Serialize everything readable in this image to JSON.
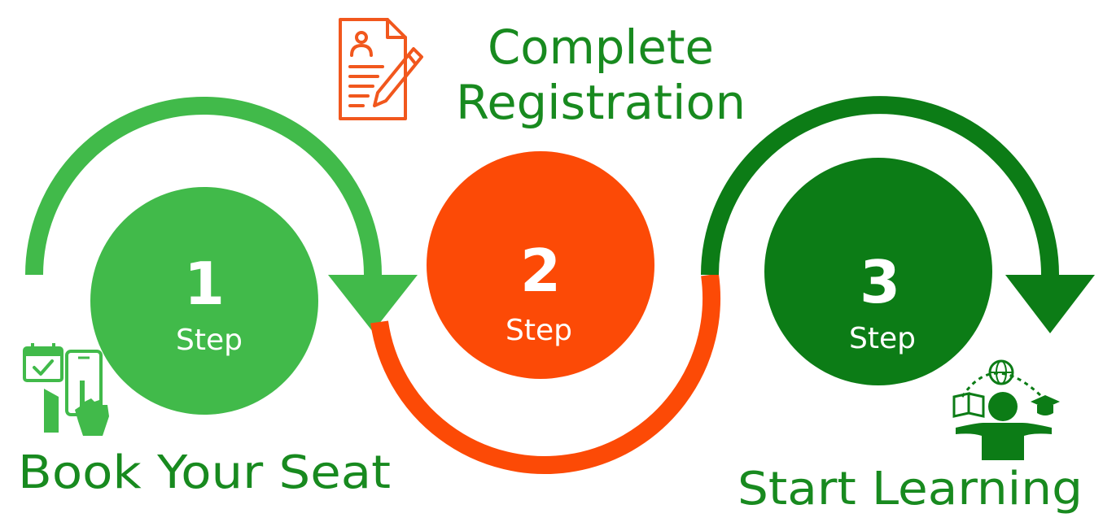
{
  "colors": {
    "light_green": "#41BA4A",
    "orange_red": "#FC4A06",
    "dark_green": "#0C7C16",
    "title_green": "#188A1F",
    "icon_orange": "#F1571D",
    "white": "#FFFFFF"
  },
  "steps": [
    {
      "number": "1",
      "label": "Step",
      "title": "Book Your Seat",
      "icon": "calendar-phone-touch-icon"
    },
    {
      "number": "2",
      "label": "Step",
      "title_line1": "Complete",
      "title_line2": "Registration",
      "icon": "registration-form-pencil-icon"
    },
    {
      "number": "3",
      "label": "Step",
      "title": "Start Learning",
      "icon": "learner-globe-book-cap-icon"
    }
  ]
}
